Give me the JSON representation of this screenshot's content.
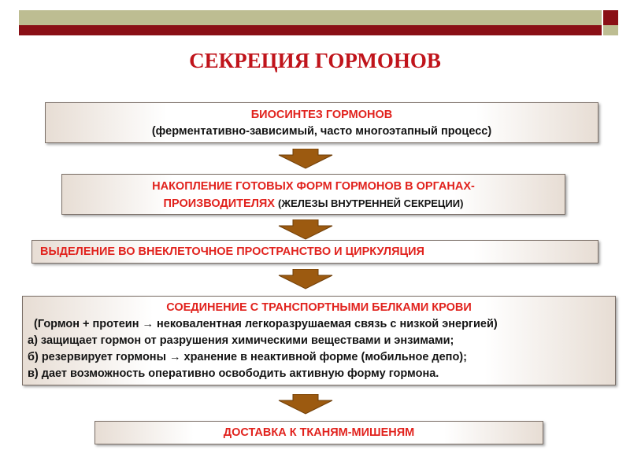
{
  "title": "СЕКРЕЦИЯ ГОРМОНОВ",
  "steps": [
    {
      "heading": "БИОСИНТЕЗ ГОРМОНОВ",
      "detail": "(ферментативно-зависимый, часто многоэтапный процесс)"
    },
    {
      "heading_line1": "НАКОПЛЕНИЕ ГОТОВЫХ ФОРМ ГОРМОНОВ В ОРГАНАХ-",
      "heading_line2": "ПРОИЗВОДИТЕЛЯХ",
      "detail": "(ЖЕЛЕЗЫ ВНУТРЕННЕЙ СЕКРЕЦИИ)"
    },
    {
      "heading": "ВЫДЕЛЕНИЕ ВО ВНЕКЛЕТОЧНОЕ  ПРОСТРАНСТВО И  ЦИРКУЛЯЦИЯ"
    },
    {
      "heading": "СОЕДИНЕНИЕ С ТРАНСПОРТНЫМИ БЕЛКАМИ КРОВИ",
      "lines": [
        "(Гормон + протеин → нековалентная легкоразрушаемая связь с низкой энергией)",
        "а) защищает гормон от разрушения химическими веществами и энзимами;",
        "б) резервирует гормоны → хранение в неактивной форме (мобильное депо);",
        "в) дает возможность оперативно освободить активную форму гормона."
      ]
    },
    {
      "heading": "ДОСТАВКА К ТКАНЯМ-МИШЕНЯМ"
    }
  ],
  "colors": {
    "heading_red": "#e1221d",
    "title_red": "#c0141b",
    "arrow_fill": "#9c5a10",
    "bar_olive": "#bdbd92",
    "bar_maroon": "#8a0f16"
  }
}
